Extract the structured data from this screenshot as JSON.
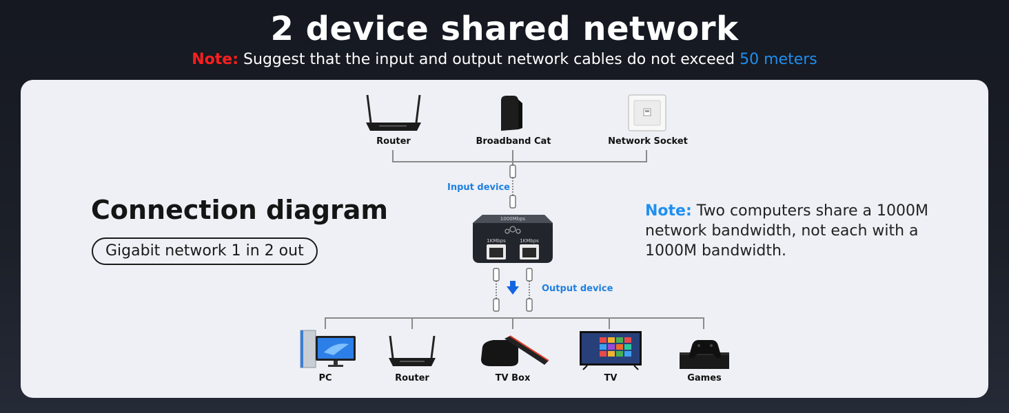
{
  "header": {
    "title": "2 device shared network",
    "note_label": "Note:",
    "note_text": "Suggest that the input and output network cables do not exceed",
    "note_highlight": "50 meters"
  },
  "left": {
    "title": "Connection diagram",
    "pill": "Gigabit network 1 in 2 out"
  },
  "right_note": {
    "label": "Note:",
    "text": "Two computers share a 1000M network bandwidth, not each with a 1000M bandwidth."
  },
  "inputs": [
    "Router",
    "Broadband Cat",
    "Network Socket"
  ],
  "outputs": [
    "PC",
    "Router",
    "TV Box",
    "TV",
    "Games"
  ],
  "labels": {
    "input_device": "Input device",
    "output_device": "Output device"
  },
  "splitter": {
    "port_labels": [
      "1KMbps",
      "1KMbps"
    ]
  },
  "colors": {
    "note_red": "#ff1e1e",
    "accent_blue": "#1f8ff0",
    "arrow_blue": "#1565e0",
    "panel": "#eef0f5"
  }
}
